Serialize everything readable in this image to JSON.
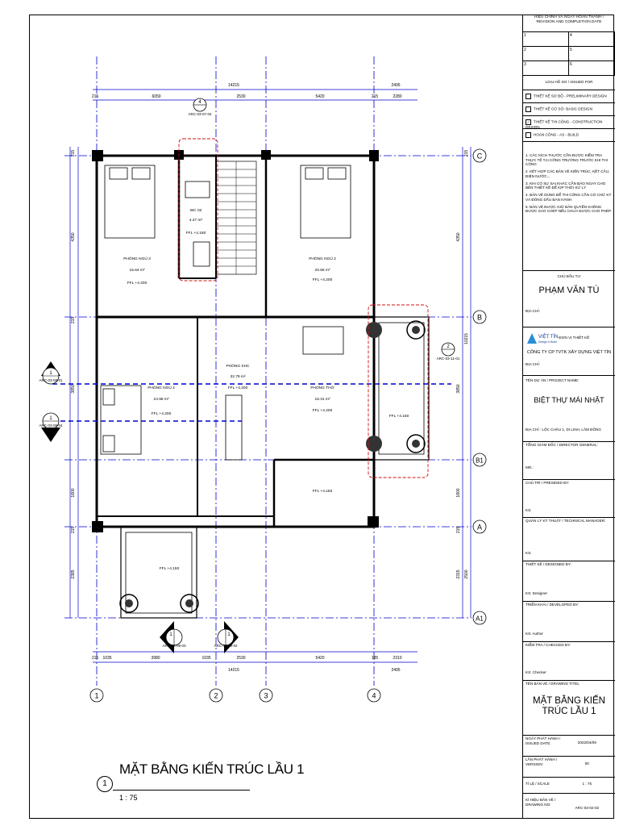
{
  "drawing": {
    "title": "MẶT BẰNG KIẾN TRÚC LẦU 1",
    "number": "1",
    "scale": "1 : 75"
  },
  "grid": {
    "columns": [
      "1",
      "2",
      "3",
      "4"
    ],
    "rows": [
      "C",
      "B",
      "B1",
      "A",
      "A1"
    ]
  },
  "dimensions": {
    "top_overall_left": "14215",
    "top_overall_right": "2495",
    "top_segments": [
      "215",
      "6050",
      "2530",
      "5420",
      "215",
      "2280"
    ],
    "bottom_segments": [
      "215",
      "1035",
      "3980",
      "1035",
      "2530",
      "5420",
      "185",
      "2310"
    ],
    "bottom_overall_left": "14215",
    "bottom_overall_right": "2495",
    "left_vertical": [
      "215",
      "4350",
      "215",
      "3850",
      "1800",
      "215",
      "2385"
    ],
    "right_vertical": [
      "215",
      "4350",
      "10215",
      "3850",
      "1800",
      "215",
      "2315",
      "2500"
    ]
  },
  "rooms": [
    {
      "name": "PHÒNG NGỦ 3",
      "area": "15.64 m²",
      "level": "FFL +4.200"
    },
    {
      "name": "WC 02",
      "area": "4.47 m²",
      "level": "FFL +4.180"
    },
    {
      "name": "PHÒNG NGỦ 2",
      "area": "20.56 m²",
      "level": "FFL +4.200"
    },
    {
      "name": "PHÒNG SHC",
      "area": "32.79 m²",
      "level": "FFL +4.200"
    },
    {
      "name": "PHÒNG NGỦ 4",
      "area": "24.98 m²",
      "level": "FFL +4.200"
    },
    {
      "name": "PHÒNG THỜ",
      "area": "16.31 m²",
      "level": "FFL +4.200"
    }
  ],
  "levels": [
    "FFL +4.150",
    "FFL +4.150",
    "FFL +4.150"
  ],
  "tags": {
    "section_top": "4",
    "section_top_ref": "ARC-03-07-04",
    "callout_right": "2",
    "callout_right_ref": "ARC-03-11-01",
    "left_1": "1",
    "left_1_ref": "ARC-03-09-01",
    "left_2": "1",
    "left_2_ref": "ARC-03-09-04",
    "bottom_1": "1",
    "bottom_1_ref": "ARC-03-09-03",
    "bottom_2": "1",
    "bottom_2_ref": "ARC-03-09-02"
  },
  "title_block": {
    "revision_header": "HIỆU CHỈNH VÀ NGÀY HOÀN THÀNH / REVISION AND COMPLETION DATE",
    "revision_numbers": [
      "1",
      "2",
      "3",
      "4",
      "5",
      "6"
    ],
    "issued_header": "LOẠI HỒ SƠ / ISSUED FOR",
    "issued_options": [
      {
        "label": "THIẾT KẾ SƠ BỘ - PRELIMINARY DESIGN",
        "checked": false
      },
      {
        "label": "THIẾT KẾ CƠ SỞ- BASIC DESIGN",
        "checked": false
      },
      {
        "label": "THIẾT KẾ THI CÔNG - CONSTRUCTION DESIGN",
        "checked": true
      },
      {
        "label": "HOÀN CÔNG - AS - BUILD",
        "checked": false
      }
    ],
    "notes": [
      "1. CÁC KÍCH THƯỚC CẦN ĐƯỢC KIỂM TRA THỰC TẾ TẠI CÔNG TRƯỜNG TRƯỚC KHI THI CÔNG",
      "2. KẾT HỢP CÁC BẢN VẼ KIẾN TRÚC, KẾT CẤU, ĐIỆN NƯỚC...",
      "3. KHI CÓ SỰ SAI KHÁC CẦN BÁO NGAY CHO BÊN THIẾT KẾ ĐỂ KỊP THỜI XỬ LÝ",
      "4. BẢN VẼ DÙNG ĐỂ THI CÔNG CẦN CÓ CHỮ KÝ VÀ ĐÓNG DẤU BAN HÀNH",
      "5. BẢN VẼ ĐƯỢC GIỮ BẢN QUYỀN KHÔNG ĐƯỢC SAO CHÉP NẾU CHƯA ĐƯỢC CHO PHÉP."
    ],
    "owner_label": "CHỦ ĐẦU TƯ",
    "owner_name": "PHẠM VĂN TÚ",
    "address_label": "ĐỊA CHỈ:",
    "logo_text": "VIỆT TÍN",
    "logo_sub": "Design & Build",
    "designer_label": "ĐƠN VỊ THIẾT KẾ",
    "company": "CÔNG TY CP TVTK XÂY DỰNG VIỆT TÍN",
    "address_label_2": "ĐỊA CHỈ:",
    "project_label": "TÊN DỰ ÁN / PROJECT NAME:",
    "project_name": "BIỆT THỰ MÁI NHẬT",
    "project_address": "ĐỊA CHỈ : LỘC CHÂU 1, DI LINH, LÂM ĐỒNG",
    "director_label": "TỔNG GIÁM ĐỐC / DIRECTOR GENERAL:",
    "director_prefix": "MR.:",
    "presided_label": "CHỦ TRÌ / PRESIDED BY:",
    "presided_prefix": "KS:",
    "tech_label": "QUẢN LÝ KỸ THUẬT / TECHNICAL MANAGER:",
    "tech_prefix": "KS:",
    "designed_label": "THIẾT KẾ / DESIGNED BY:",
    "designed_value": "KS: Designer",
    "developed_label": "TRIỂN KHAI / DEVELOPED BY:",
    "developed_value": "KS: Author",
    "checked_label": "KIỂM TRA / CHECKED BY:",
    "checked_value": "KS: Checker",
    "drawing_title_label": "TÊN BẢN VẼ / DRAWING TITEL",
    "drawing_title": "MẶT BẰNG KIẾN TRÚC LẦU 1",
    "issue_date_label": "NGÀY PHÁT HÀNH / ISSUED DATE:",
    "issue_date": "2022/04/09",
    "version_label": "LẦN PHÁT HÀNH / VERSION:",
    "version": "00",
    "scale_label": "TỈ LỆ / SCALE",
    "scale": "1 : 75",
    "drawing_no_label": "KÍ HIỆU BẢN VẼ / DRAWING NO:",
    "drawing_no": "ARC-03-02-02"
  },
  "colors": {
    "line": "#000000",
    "grid_line": "#0000cc",
    "section_line": "#0000cc",
    "callout_red": "#d11111"
  }
}
